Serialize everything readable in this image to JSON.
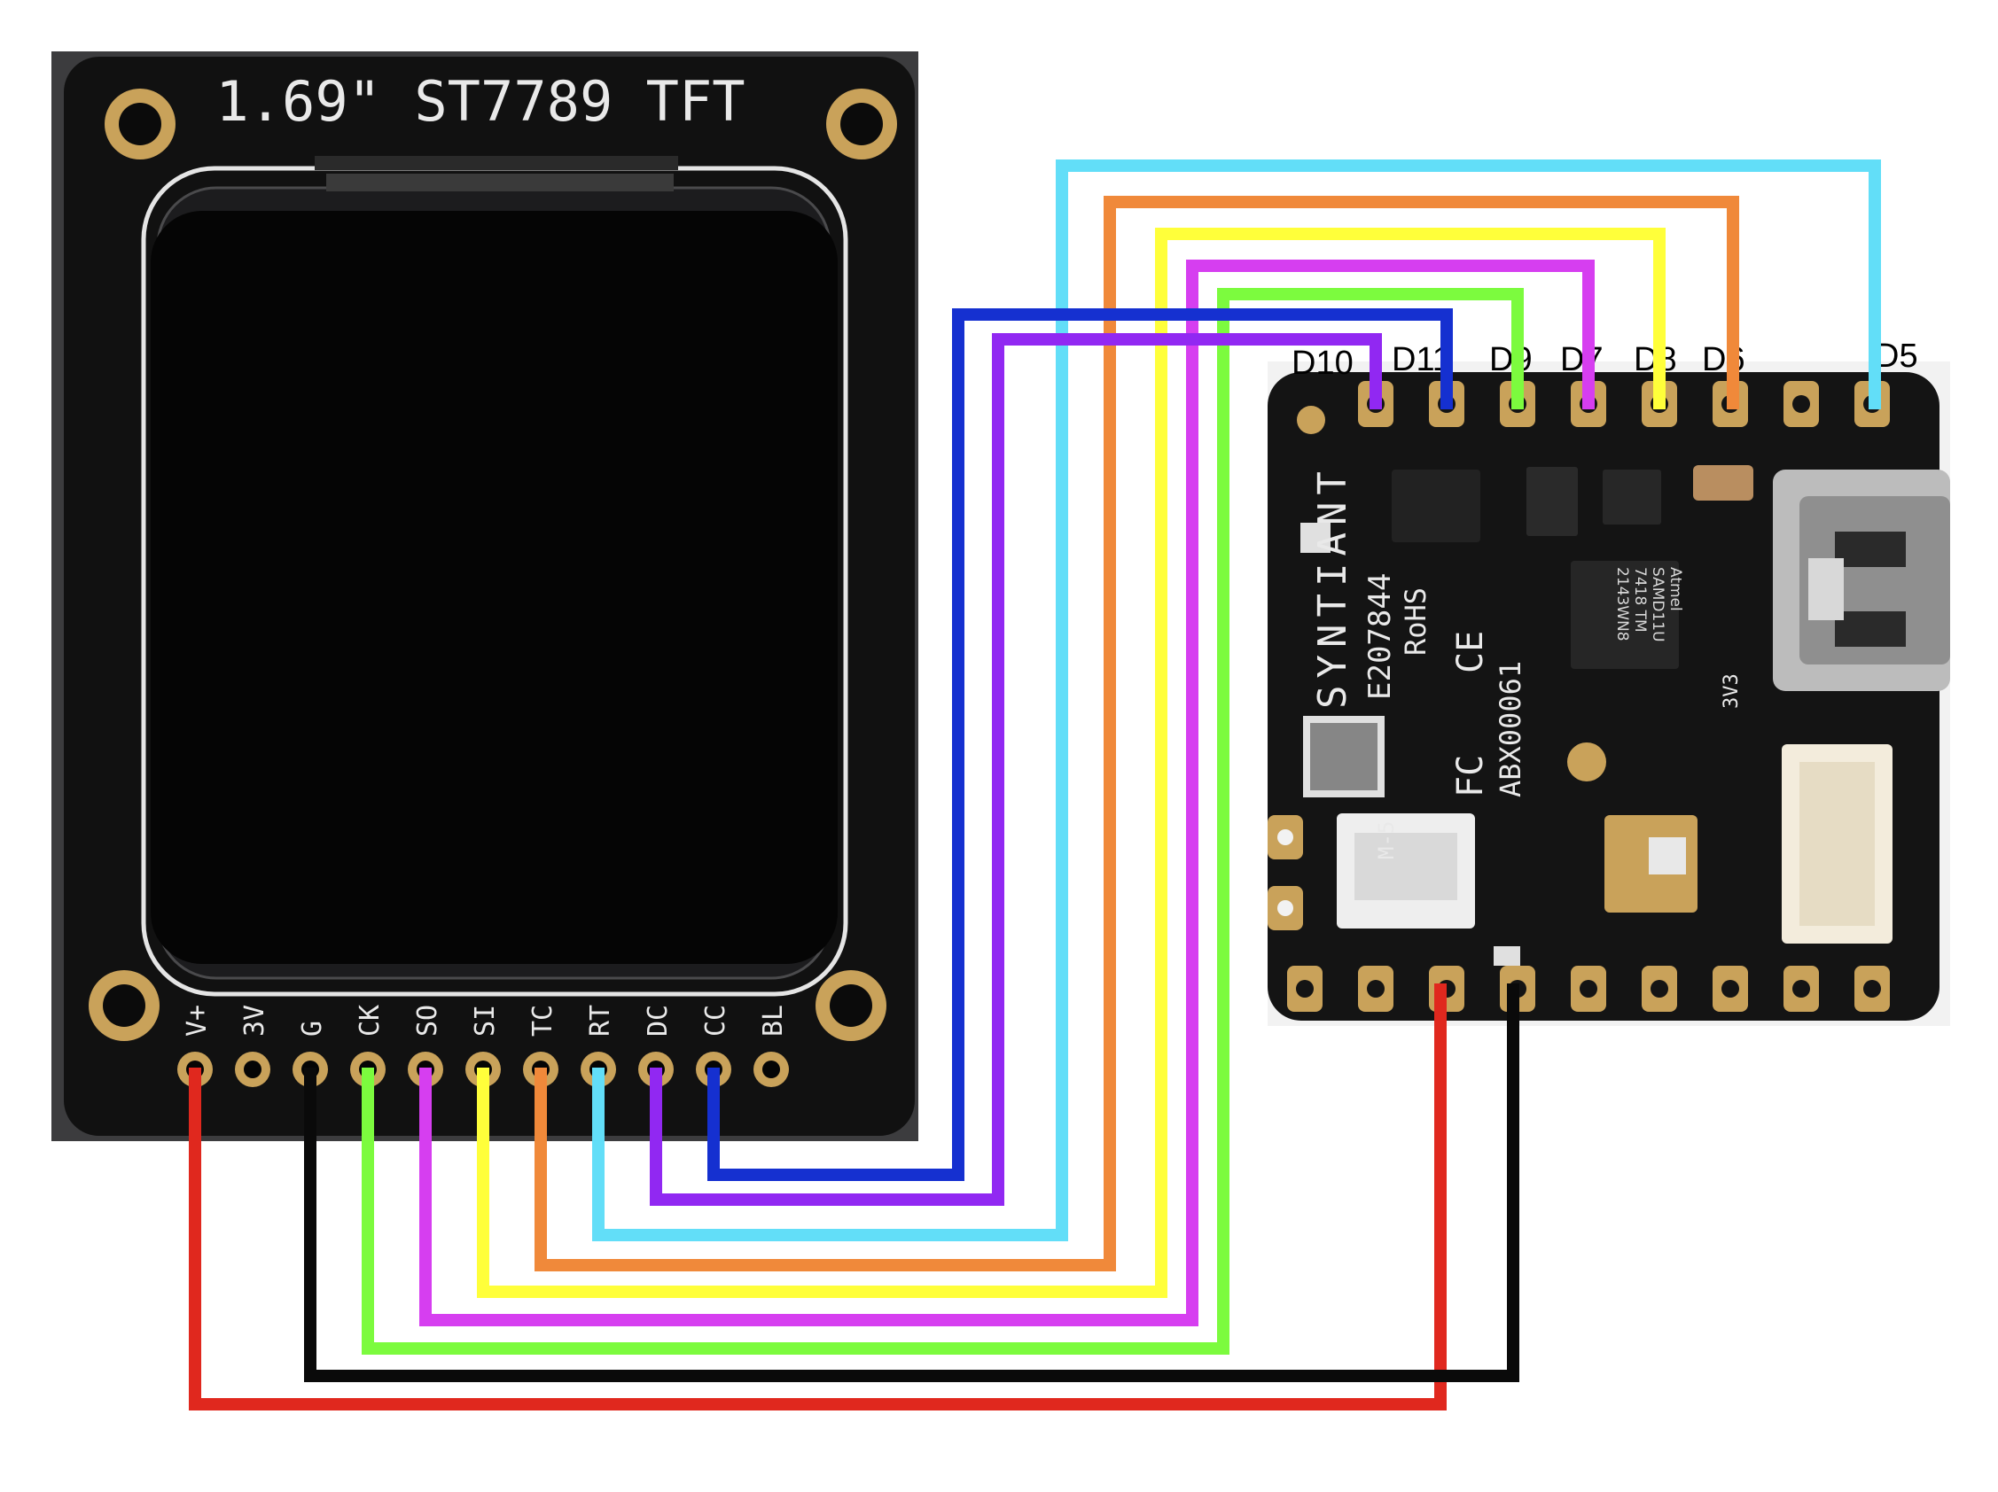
{
  "display": {
    "title": "1.69\" ST7789 TFT",
    "pins": [
      "V+",
      "3V",
      "G",
      "CK",
      "SO",
      "SI",
      "TC",
      "RT",
      "DC",
      "CC",
      "BL"
    ]
  },
  "board": {
    "chip_text": [
      "Atmel",
      "SAMD11U",
      "7418 TM",
      "2143WN8"
    ],
    "brand_text": "SYNTIANT",
    "id_text": "E207844",
    "rohs_text": "RoHS",
    "abx_text": "ABX00061",
    "ce_text": "CE",
    "fcc_text": "FC",
    "small_text": [
      "M-5",
      "3V3"
    ],
    "top_labels": [
      "D10",
      "D11",
      "D9",
      "D7",
      "D8",
      "D6",
      "D5"
    ]
  },
  "wire_colors": {
    "red": "#e0281e",
    "black": "#0a0a0a",
    "green": "#7cfb3e",
    "magenta": "#d63ef0",
    "yellow": "#ffff3a",
    "orange": "#f0893a",
    "cyan": "#62def8",
    "purple": "#9128f2",
    "blue": "#1530d0"
  }
}
